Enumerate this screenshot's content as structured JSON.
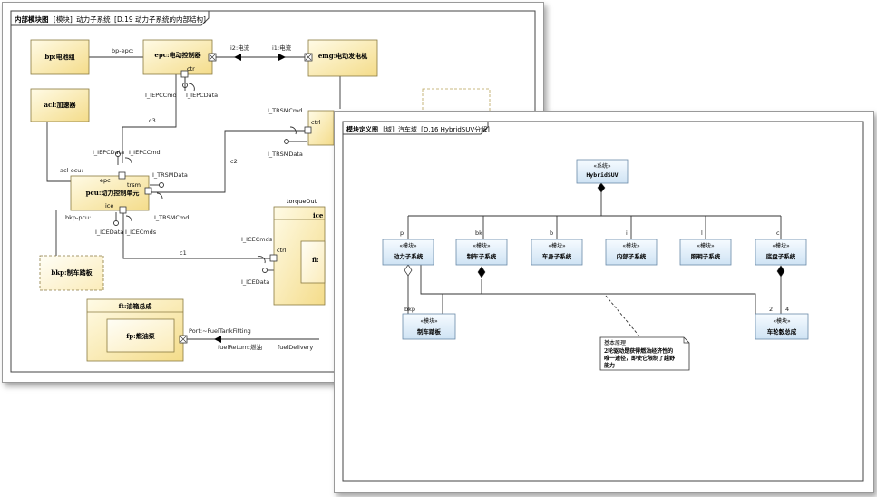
{
  "ibd": {
    "header": {
      "kind": "内部模块图",
      "type": "[模块]",
      "name": "动力子系统",
      "ref": "[D.19 动力子系统的内部结构]"
    },
    "parts": {
      "bp": "bp:电池组",
      "epc": "epc:电动控制器",
      "emg": "emg:电动发电机",
      "acl": "acl:加速器",
      "pcu": "pcu:动力控制单元",
      "bkp": "bkp:制车踏板",
      "ft": "ft:油箱总成",
      "fp": "fp:燃油泵",
      "ice_title": "ice",
      "fi": "fi:"
    },
    "ports": {
      "ctr": "ctr",
      "ctrl_top": "ctrl",
      "ctrl_ice": "ctrl",
      "epc": "epc",
      "trsm": "trsm",
      "ice": "ice",
      "torqueOut": "torqueOut"
    },
    "labels": {
      "bp_epc": "bp-epc:",
      "i2": "i2:电流",
      "i1": "i1:电流",
      "c3": "c3",
      "c2": "c2",
      "c1": "c1",
      "acl_ecu": "acl-ecu:",
      "bkp_pcu": "bkp-pcu:",
      "port_fuel": "Port:~FuelTankFitting",
      "fuel_return": "fuelReturn:燃油",
      "fuel_delivery": "fuelDelivery"
    },
    "interfaces": {
      "epc_cmd": "I_IEPCCmd",
      "epc_data": "I_IEPCData",
      "pcu_epc_data": "I_IEPCData",
      "pcu_epc_cmd": "I_IEPCCmd",
      "pcu_trsm_data": "I_TRSMData",
      "pcu_trsm_cmd": "I_TRSMCmd",
      "pcu_ice_data": "I_ICEData",
      "pcu_ice_cmds": "I_ICECmds",
      "trsm_cmd": "I_TRSMCmd",
      "trsm_data": "I_TRSMData",
      "ice_cmds": "I_ICECmds",
      "ice_data": "I_ICEData"
    }
  },
  "bdd": {
    "header": {
      "kind": "模块定义图",
      "type": "[域]",
      "name": "汽车域",
      "ref": "[D.16 HybridSUV分解]"
    },
    "root": {
      "stereo": "«系统»",
      "name": "HybridSUV"
    },
    "blocks": [
      {
        "stereo": "«模块»",
        "name": "动力子系统",
        "role": "p"
      },
      {
        "stereo": "«模块»",
        "name": "制车子系统",
        "role": "bk"
      },
      {
        "stereo": "«模块»",
        "name": "车身子系统",
        "role": "b"
      },
      {
        "stereo": "«模块»",
        "name": "内部子系统",
        "role": "i"
      },
      {
        "stereo": "«模块»",
        "name": "照明子系统",
        "role": "l"
      },
      {
        "stereo": "«模块»",
        "name": "底盘子系统",
        "role": "c"
      }
    ],
    "brake_pedal": {
      "stereo": "«模块»",
      "name": "制车踏板",
      "role": "bkp"
    },
    "wheel": {
      "stereo": "«模块»",
      "name": "车轮毂总成",
      "mult_left": "2",
      "mult_right": "4"
    },
    "note": {
      "title": "基本原理",
      "line1": "2轮驱动是获得燃油经济性的",
      "line2": "唯一途径，即使它限制了越野",
      "line3": "能力"
    }
  }
}
